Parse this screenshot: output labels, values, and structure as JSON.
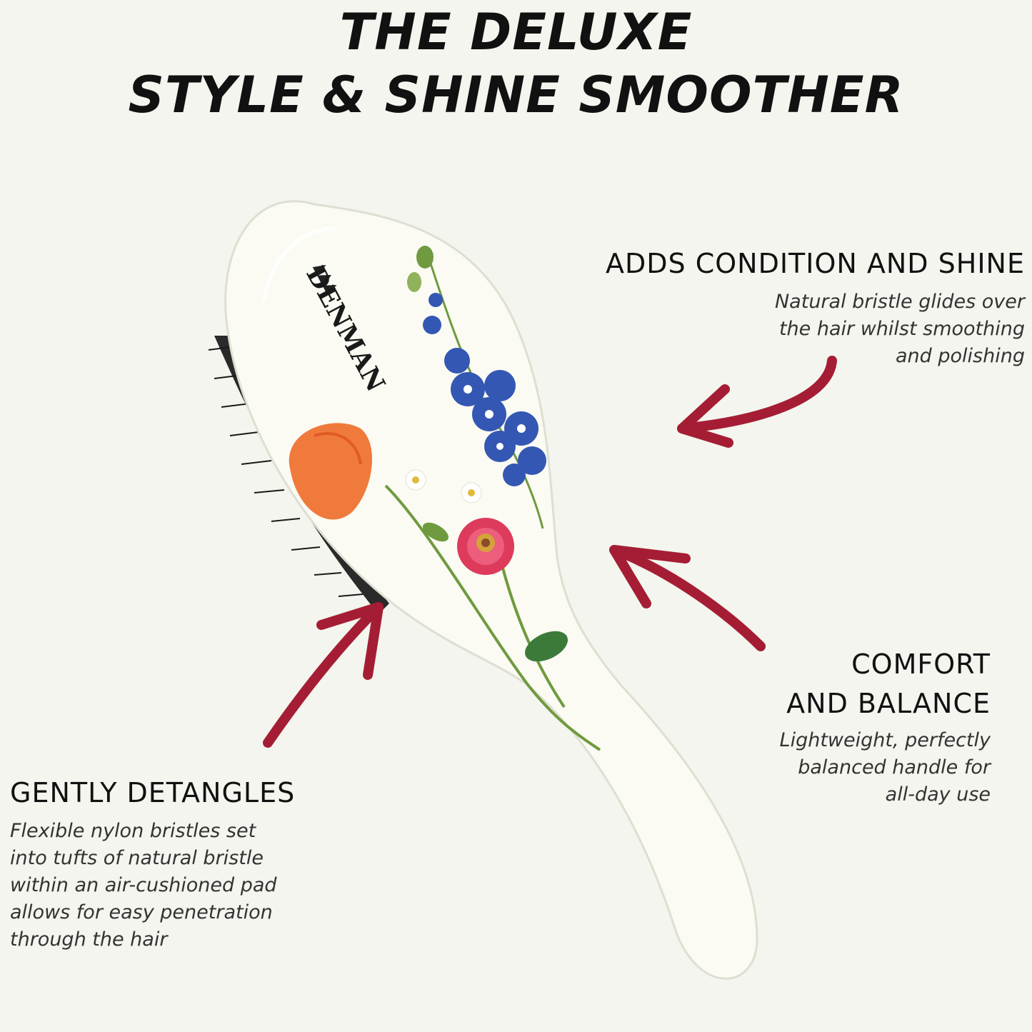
{
  "header": {
    "line1": "THE DELUXE",
    "line2": "STYLE & SHINE SMOOTHER"
  },
  "product": {
    "brand": "DENMAN"
  },
  "features": [
    {
      "heading_lines": [
        "ADDS CONDITION AND SHINE"
      ],
      "description_lines": [
        "Natural bristle glides over",
        "the hair whilst smoothing",
        "and polishing"
      ]
    },
    {
      "heading_lines": [
        "COMFORT",
        "AND BALANCE"
      ],
      "description_lines": [
        "Lightweight, perfectly",
        "balanced handle for",
        "all-day use"
      ]
    },
    {
      "heading_lines": [
        "GENTLY DETANGLES"
      ],
      "description_lines": [
        "Flexible nylon bristles set",
        "into tufts of natural bristle",
        "within an air-cushioned pad",
        "allows for easy penetration",
        "through the hair"
      ]
    }
  ],
  "colors": {
    "background": "#f3f5ee",
    "arrow": "#a51d34",
    "brush_body": "#fbfbf3"
  }
}
